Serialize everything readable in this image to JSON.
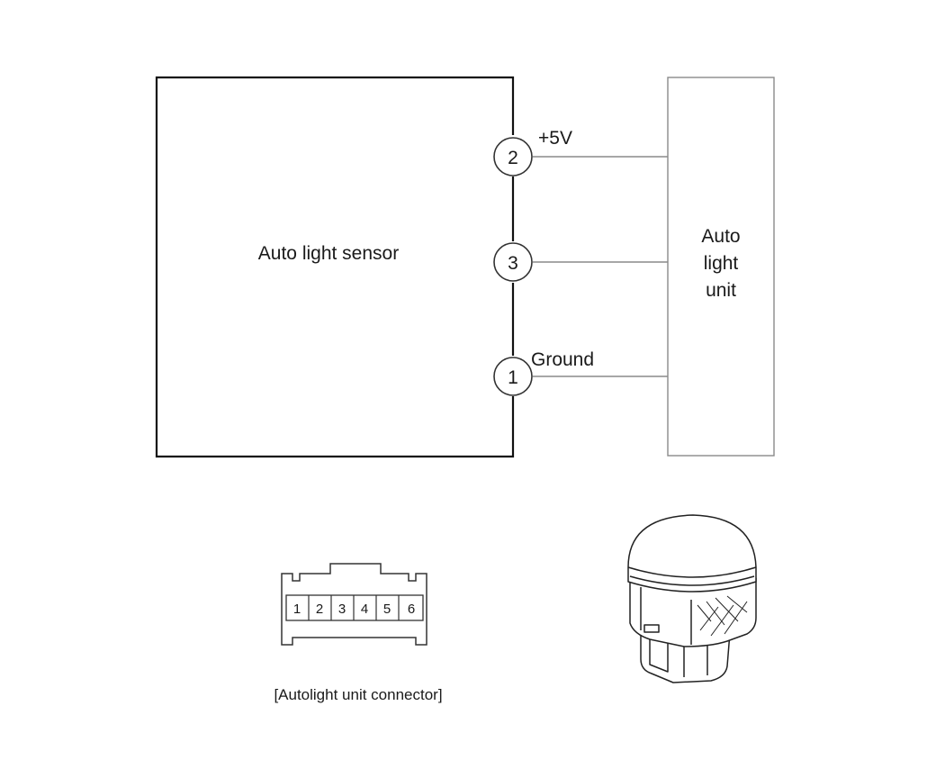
{
  "sensor_block": {
    "label": "Auto light sensor"
  },
  "unit_block": {
    "label_lines": [
      "Auto",
      "light",
      "unit"
    ]
  },
  "pins": [
    {
      "number": "2",
      "signal": "+5V"
    },
    {
      "number": "3",
      "signal": ""
    },
    {
      "number": "1",
      "signal": "Ground"
    }
  ],
  "connector": {
    "caption": "[Autolight unit connector]",
    "pins": [
      "1",
      "2",
      "3",
      "4",
      "5",
      "6"
    ]
  }
}
